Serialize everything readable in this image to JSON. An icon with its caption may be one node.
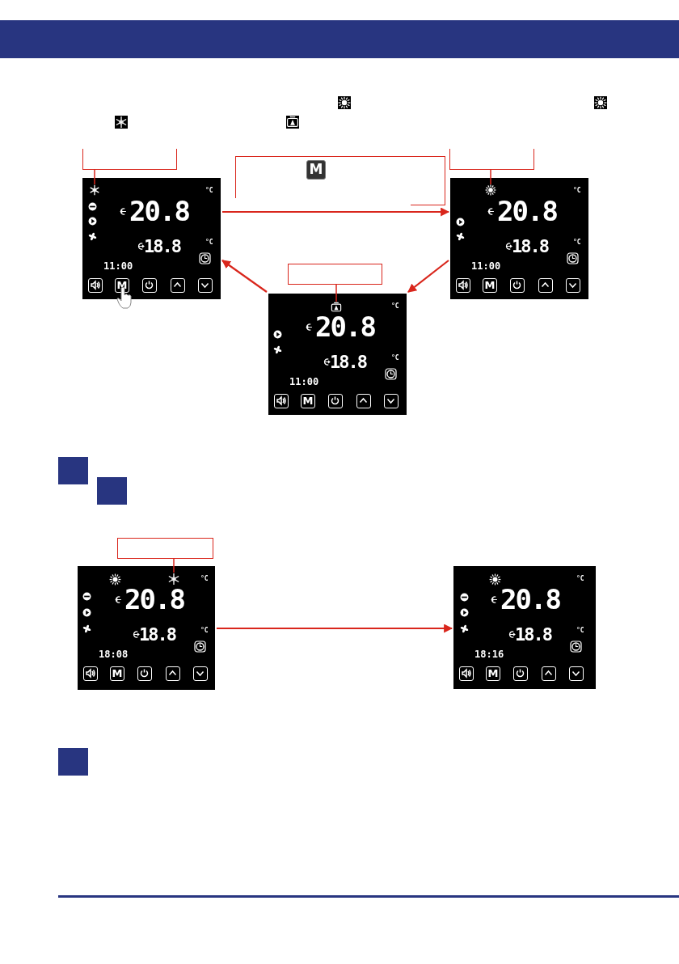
{
  "diagram": {
    "nodes": [
      {
        "text": [],
        "shape": "box"
      },
      {
        "text": [
          "M"
        ]
      },
      {
        "text": [],
        "shape": "box"
      },
      {
        "text": [
          "20.8",
          "°C",
          "18.8",
          "°C",
          "11:00",
          "M"
        ]
      },
      {
        "text": [],
        "shape": "snowflake",
        "in": 3
      },
      {
        "text": [
          "20.8",
          "°C",
          "18.8",
          "°C",
          "11:00",
          "M"
        ]
      },
      {
        "text": [],
        "shape": "sun",
        "in": 5
      },
      {
        "text": [],
        "shape": "box"
      },
      {
        "text": [
          "20.8",
          "°C",
          "18.8",
          "°C",
          "11:00",
          "M"
        ]
      },
      {
        "text": [],
        "shape": "icon",
        "in": 8
      },
      {
        "text": [],
        "shape": "box"
      },
      {
        "text": [
          "20.8",
          "°C",
          "18.8",
          "°C",
          "18:08",
          "M"
        ]
      },
      {
        "text": [],
        "shape": "snowflake",
        "in": 11
      },
      {
        "text": [
          "20.8",
          "°C",
          "18.8",
          "°C",
          "18:16",
          "M"
        ]
      }
    ],
    "edges": [
      {
        "from": 3,
        "to": 5,
        "arrow": "to"
      },
      {
        "from": 5,
        "to": 8,
        "arrow": "to"
      },
      {
        "from": 8,
        "to": 3,
        "arrow": "to"
      },
      {
        "from": 11,
        "to": 13,
        "arrow": "to"
      },
      {
        "from": 0,
        "to": 4,
        "arrow": "none"
      },
      {
        "from": 2,
        "to": 6,
        "arrow": "none"
      },
      {
        "from": 7,
        "to": 9,
        "arrow": "none"
      },
      {
        "from": 10,
        "to": 12,
        "arrow": "none"
      }
    ]
  }
}
